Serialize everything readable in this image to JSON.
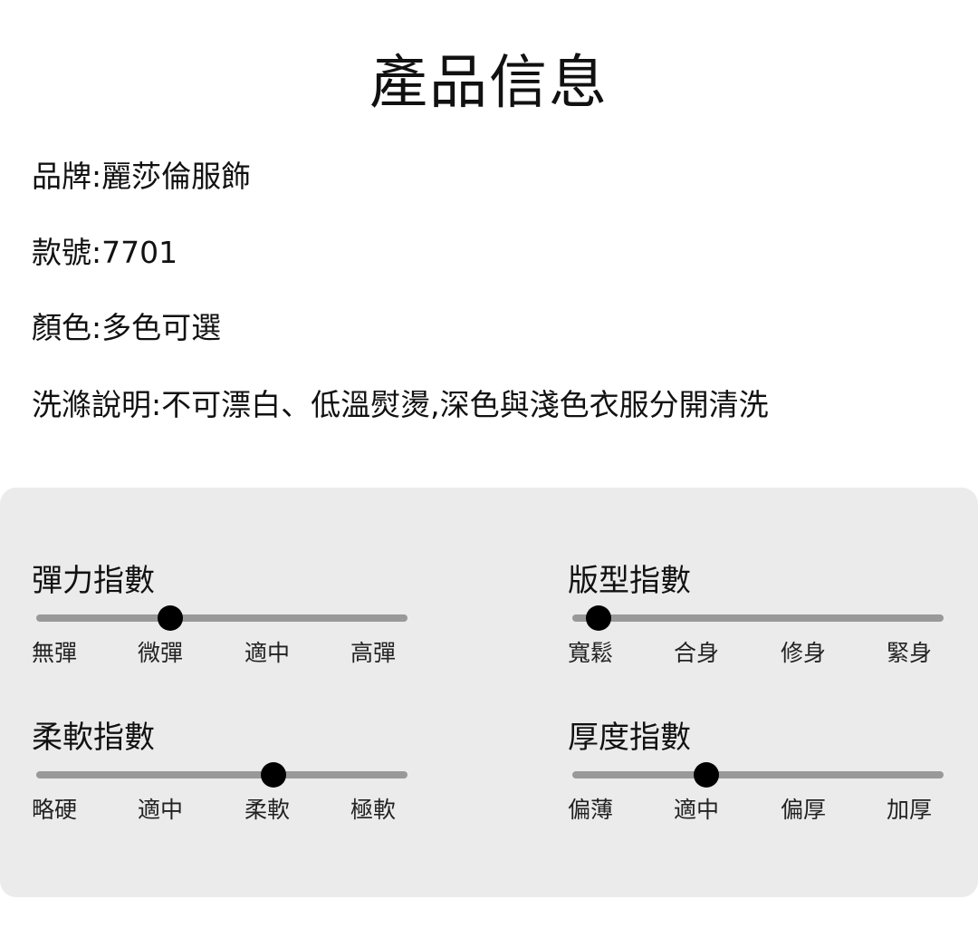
{
  "title": "產品信息",
  "info": [
    "品牌:麗莎倫服飾",
    "款號:7701",
    "顏色:多色可選",
    "洗滌說明:不可漂白、低溫熨燙,深色與淺色衣服分開清洗"
  ],
  "sliders": [
    {
      "title": "彈力指數",
      "labels": [
        "無彈",
        "微彈",
        "適中",
        "高彈"
      ],
      "value": 0.36
    },
    {
      "title": "版型指數",
      "labels": [
        "寬鬆",
        "合身",
        "修身",
        "緊身"
      ],
      "value": 0.07
    },
    {
      "title": "柔軟指數",
      "labels": [
        "略硬",
        "適中",
        "柔軟",
        "極軟"
      ],
      "value": 0.64
    },
    {
      "title": "厚度指數",
      "labels": [
        "偏薄",
        "適中",
        "偏厚",
        "加厚"
      ],
      "value": 0.36
    }
  ]
}
